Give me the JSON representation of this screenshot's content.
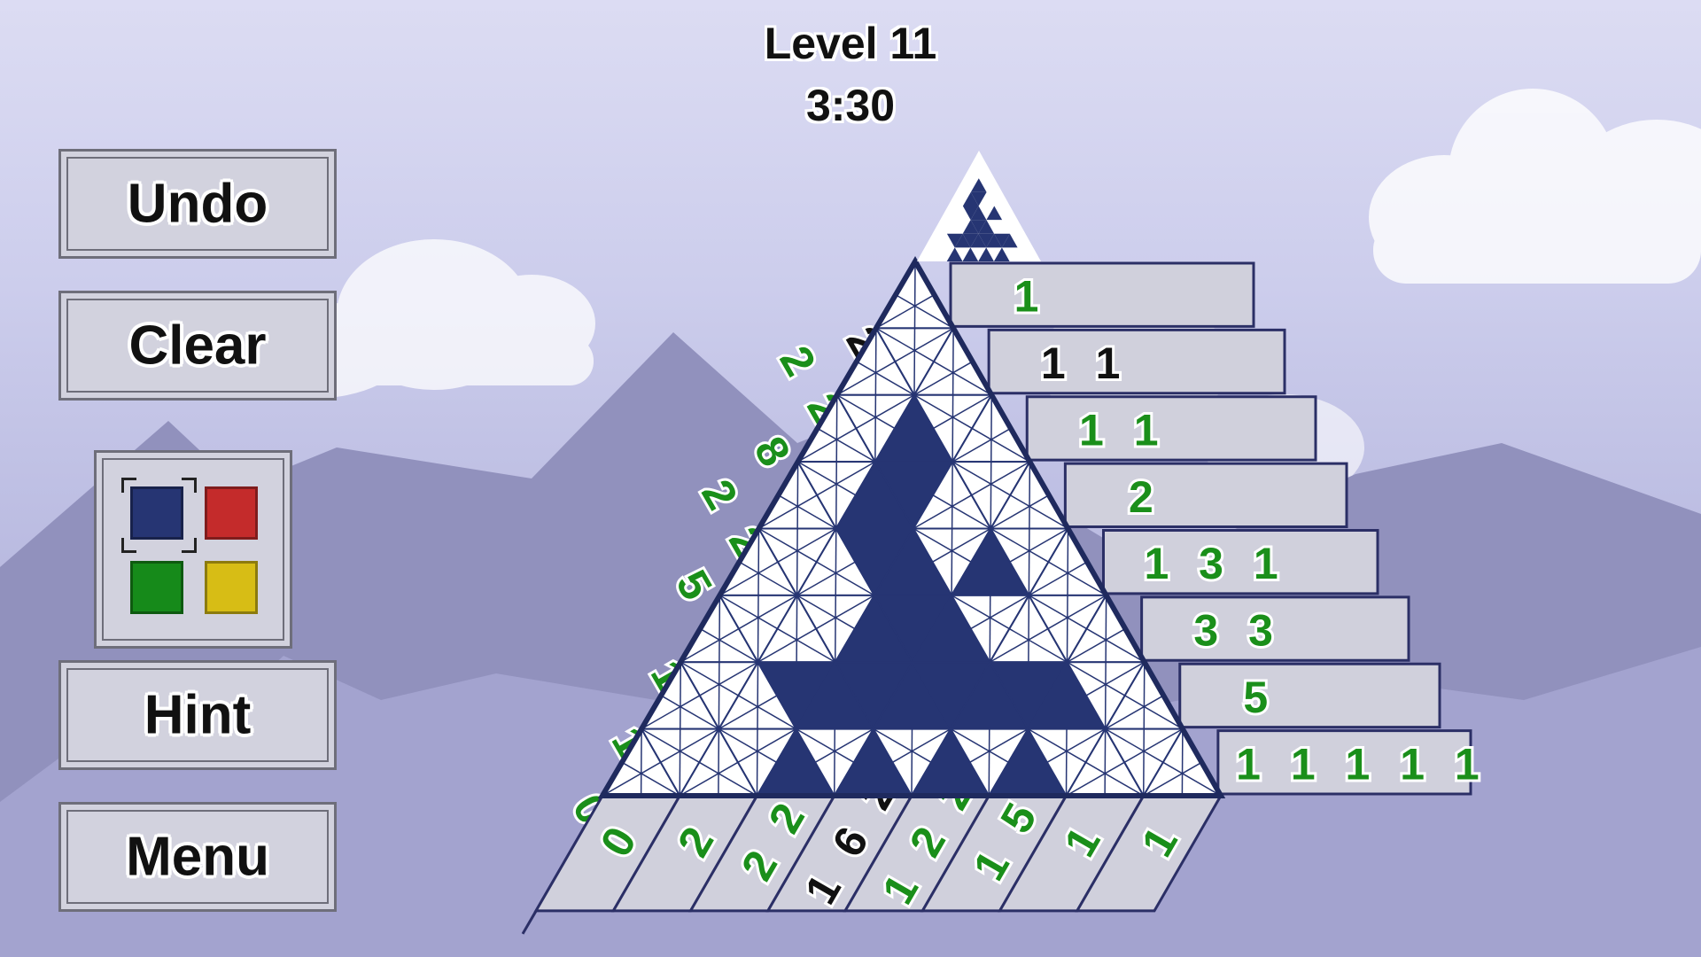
{
  "header": {
    "level": "Level 11",
    "timer": "3:30"
  },
  "buttons": {
    "undo": "Undo",
    "clear": "Clear",
    "hint": "Hint",
    "menu": "Menu"
  },
  "palette": {
    "selected": "blue",
    "colors": {
      "blue": "#263573",
      "red": "#c42b2b",
      "green": "#168a1a",
      "yellow": "#d7bd15"
    }
  },
  "theme": {
    "fill": "#263573",
    "clue_done": "#1a8f1a",
    "clue_pending": "#111111"
  },
  "puzzle": {
    "size": 8,
    "filled": [
      [
        0,
        0,
        0,
        0,
        0,
        0,
        0,
        0,
        0,
        0,
        0,
        0,
        0,
        0,
        0
      ],
      [
        0,
        0,
        0,
        0,
        0,
        0,
        0,
        0,
        0,
        0,
        0,
        0,
        0,
        0,
        0
      ],
      [
        0,
        0,
        1,
        0,
        0,
        0,
        0,
        0,
        0,
        0,
        0,
        0,
        0,
        0,
        0
      ],
      [
        0,
        0,
        1,
        1,
        0,
        0,
        0,
        0,
        0,
        0,
        0,
        0,
        0,
        0,
        0
      ],
      [
        0,
        0,
        0,
        1,
        1,
        0,
        1,
        0,
        0,
        0,
        0,
        0,
        0,
        0,
        0
      ],
      [
        0,
        0,
        0,
        0,
        1,
        1,
        1,
        0,
        0,
        0,
        0,
        0,
        0,
        0,
        0
      ],
      [
        0,
        0,
        0,
        1,
        1,
        1,
        1,
        1,
        1,
        1,
        1,
        0,
        0,
        0,
        0
      ],
      [
        0,
        0,
        0,
        0,
        1,
        0,
        1,
        0,
        1,
        0,
        1,
        0,
        0,
        0,
        0,
        0
      ]
    ],
    "row_clues": [
      {
        "text": "1",
        "done": true
      },
      {
        "text": "1 1",
        "done": false
      },
      {
        "text": "1 1",
        "done": true
      },
      {
        "text": "2",
        "done": true
      },
      {
        "text": "1 3 1",
        "done": true
      },
      {
        "text": "3 3",
        "done": true
      },
      {
        "text": "5",
        "done": true
      },
      {
        "text": "1 1 1 1 1",
        "done": true
      }
    ],
    "left_clues": [
      {
        "text": "2",
        "done": false
      },
      {
        "text": "2 2 2",
        "done": true
      },
      {
        "text": "8 1",
        "done": true
      },
      {
        "text": "2 2 1",
        "done": true
      },
      {
        "text": "5 1",
        "done": true
      },
      {
        "text": "1",
        "done": true
      },
      {
        "text": "1",
        "done": true
      },
      {
        "text": "0",
        "done": true
      }
    ],
    "bottom_clues": [
      {
        "text": "0",
        "done": true
      },
      {
        "text": "2",
        "done": true
      },
      {
        "text": "2 2",
        "done": true
      },
      {
        "text": "1 6 2",
        "done": false
      },
      {
        "text": "1 2 2",
        "done": true
      },
      {
        "text": "1 5",
        "done": true
      },
      {
        "text": "1",
        "done": true
      },
      {
        "text": "1",
        "done": true
      }
    ]
  }
}
